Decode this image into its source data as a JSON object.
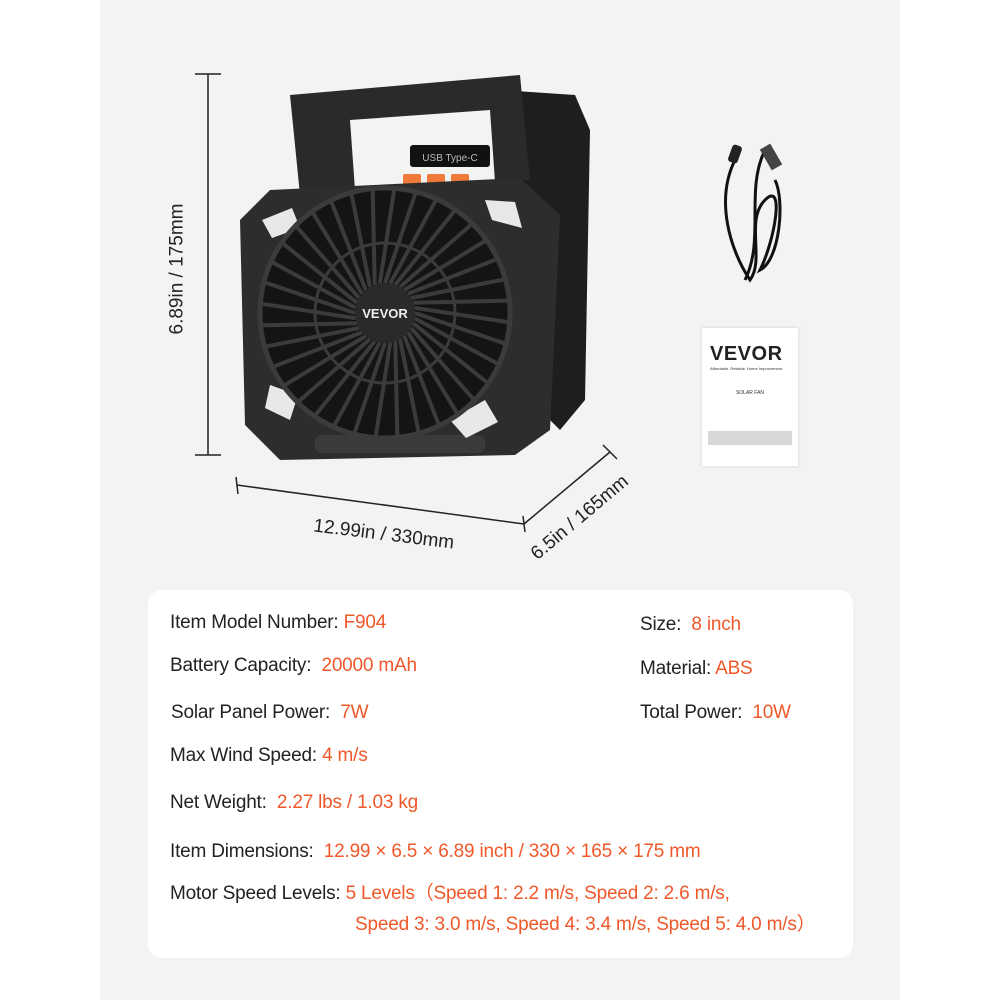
{
  "dimensions": {
    "height": "6.89in / 175mm",
    "width": "12.99in / 330mm",
    "depth": "6.5in / 165mm"
  },
  "product": {
    "brand": "VEVOR",
    "port_label": "USB Type-C"
  },
  "manual": {
    "brand": "VEVOR",
    "tagline": "Affordable. Reliable. Home Improvement.",
    "title": "SOLAR FAN"
  },
  "specs": {
    "model": {
      "label": "Item Model Number:",
      "value": "F904"
    },
    "size": {
      "label": "Size:",
      "value": "8 inch"
    },
    "battery": {
      "label": "Battery Capacity:",
      "value": "20000 mAh"
    },
    "material": {
      "label": "Material:",
      "value": "ABS"
    },
    "solar": {
      "label": "Solar Panel Power:",
      "value": "7W"
    },
    "total_power": {
      "label": "Total Power:",
      "value": "10W"
    },
    "wind": {
      "label": "Max Wind Speed:",
      "value": "4 m/s"
    },
    "weight": {
      "label": "Net Weight:",
      "value": "2.27 lbs / 1.03 kg"
    },
    "item_dimensions": {
      "label": "Item Dimensions:",
      "value": "12.99 × 6.5 × 6.89 inch / 330 × 165 × 175 mm"
    },
    "motor": {
      "label": "Motor Speed Levels:",
      "value_line1": "5 Levels（Speed 1: 2.2 m/s, Speed 2: 2.6 m/s,",
      "value_line2": "Speed 3: 3.0 m/s, Speed 4: 3.4 m/s, Speed 5: 4.0 m/s）"
    }
  },
  "colors": {
    "accent": "#f0582a",
    "text": "#222222",
    "panel": "#f3f3f3"
  }
}
